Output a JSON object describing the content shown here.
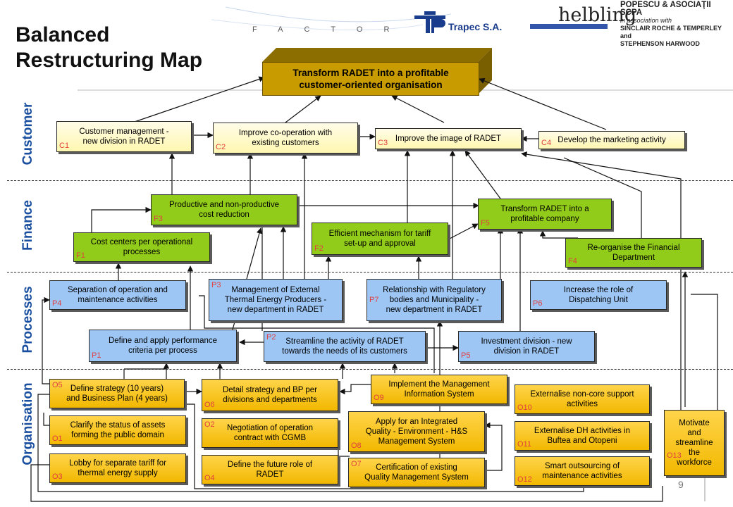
{
  "title": "Balanced\nRestructuring Map",
  "goal": "Transform RADET into a profitable\ncustomer-oriented  organisation",
  "sections": {
    "customer": "Customer",
    "finance": "Finance",
    "processes": "Processes",
    "organisation": "Organisation"
  },
  "logos": {
    "factor": "FACTOR",
    "trapec": "Trapec S.A.",
    "helbling": "helbling",
    "popescu_title": "POPESCU & ASOCIAŢII SCPA",
    "popescu_assoc": "in association with",
    "popescu_firm1": "SINCLAIR ROCHE & TEMPERLEY and",
    "popescu_firm2": "STEPHENSON HARWOOD"
  },
  "page_number": "9",
  "boxes": [
    {
      "id": "C1",
      "label": "Customer management -\nnew division in  RADET",
      "code": "C1",
      "color": "yellow"
    },
    {
      "id": "C2",
      "label": "Improve co-operation with\nexisting customers",
      "code": "C2",
      "color": "yellow"
    },
    {
      "id": "C3",
      "label": "Improve the image of RADET",
      "code": "C3",
      "color": "yellow"
    },
    {
      "id": "C4",
      "label": "Develop the marketing activity",
      "code": "C4",
      "color": "yellow"
    },
    {
      "id": "F3",
      "label": "Productive and non-productive\ncost reduction",
      "code": "F3",
      "color": "green"
    },
    {
      "id": "F1",
      "label": "Cost centers per operational\nprocesses",
      "code": "F1",
      "color": "green"
    },
    {
      "id": "F2",
      "label": "Efficient mechanism for tariff\nset-up and approval",
      "code": "F2",
      "color": "green"
    },
    {
      "id": "F5",
      "label": "Transform RADET into a\nprofitable company",
      "code": "F5",
      "color": "green"
    },
    {
      "id": "F4",
      "label": "Re-organise the Financial\nDepartment",
      "code": "F4",
      "color": "green"
    },
    {
      "id": "P4",
      "label": "Separation of operation and\nmaintenance activities",
      "code": "P4",
      "color": "blue"
    },
    {
      "id": "P3",
      "label": "Management of External\nThermal Energy Producers -\nnew department in  RADET",
      "code": "P3",
      "color": "blue"
    },
    {
      "id": "P7",
      "label": "Relationship with Regulatory\nbodies and Municipality  -\nnew department in  RADET",
      "code": "P7",
      "color": "blue"
    },
    {
      "id": "P6",
      "label": "Increase the role of\nDispatching Unit",
      "code": "P6",
      "color": "blue"
    },
    {
      "id": "P1",
      "label": "Define and apply performance\ncriteria  per process",
      "code": "P1",
      "color": "blue"
    },
    {
      "id": "P2",
      "label": "Streamline the activity of RADET\ntowards the needs of its customers",
      "code": "P2",
      "color": "blue"
    },
    {
      "id": "P5",
      "label": "Investment division - new\ndivision in  RADET",
      "code": "P5",
      "color": "blue"
    },
    {
      "id": "O5",
      "label": "Define strategy (10 years)\nand Business Plan (4 years)",
      "code": "O5",
      "color": "orange"
    },
    {
      "id": "O6",
      "label": "Detail strategy and BP per\ndivisions and departments",
      "code": "O6",
      "color": "orange"
    },
    {
      "id": "O9",
      "label": "Implement the Management\nInformation System",
      "code": "O9",
      "color": "orange"
    },
    {
      "id": "O10",
      "label": "Externalise non-core support\nactivities",
      "code": "O10",
      "color": "orange"
    },
    {
      "id": "O1",
      "label": "Clarify the status of assets\nforming the public domain",
      "code": "O1",
      "color": "orange"
    },
    {
      "id": "O2",
      "label": "Negotiation of operation\ncontract with CGMB",
      "code": "O2",
      "color": "orange"
    },
    {
      "id": "O8",
      "label": "Apply for an Integrated\nQuality - Environment - H&S\nManagement System",
      "code": "O8",
      "color": "orange"
    },
    {
      "id": "O11",
      "label": "Externalise DH activities in\nBuftea and Otopeni",
      "code": "O11",
      "color": "orange"
    },
    {
      "id": "O13",
      "label": "Motivate\nand\nstreamline\nthe\nworkforce",
      "code": "O13",
      "color": "orange"
    },
    {
      "id": "O3",
      "label": "Lobby for separate tariff for\nthermal energy supply",
      "code": "O3",
      "color": "orange"
    },
    {
      "id": "O4",
      "label": "Define the future role of\nRADET",
      "code": "O4",
      "color": "orange"
    },
    {
      "id": "O7",
      "label": "Certification of existing\nQuality Management System",
      "code": "O7",
      "color": "orange"
    },
    {
      "id": "O12",
      "label": "Smart outsourcing of\nmaintenance activities",
      "code": "O12",
      "color": "orange"
    }
  ]
}
